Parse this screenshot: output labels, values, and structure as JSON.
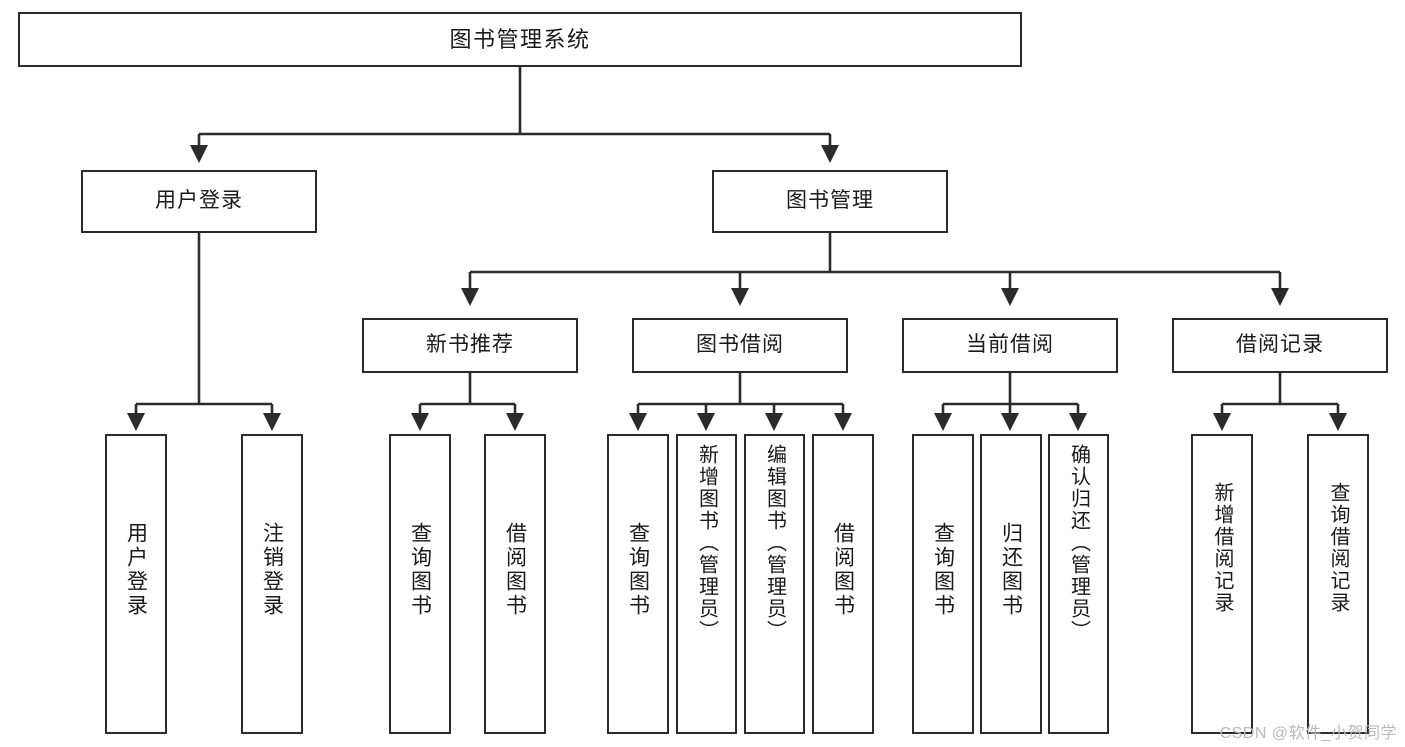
{
  "diagram": {
    "type": "tree",
    "title": "图书管理系统",
    "orientation": "top-down",
    "colors": {
      "box_border": "#2b2b2b",
      "box_fill": "#ffffff",
      "connector": "#2b2b2b",
      "text": "#1a1a1a",
      "watermark": "#b9b9b9",
      "background": "#ffffff"
    },
    "levels": 4
  },
  "root": {
    "label": "图书管理系统"
  },
  "level2": [
    {
      "label": "用户登录"
    },
    {
      "label": "图书管理"
    }
  ],
  "level3": [
    {
      "label": "新书推荐"
    },
    {
      "label": "图书借阅"
    },
    {
      "label": "当前借阅"
    },
    {
      "label": "借阅记录"
    }
  ],
  "leaves": {
    "user_login": [
      {
        "label": "用户登录"
      },
      {
        "label": "注销登录"
      }
    ],
    "new_book_rec": [
      {
        "label": "查询图书"
      },
      {
        "label": "借阅图书"
      }
    ],
    "book_borrow": [
      {
        "label": "查询图书"
      },
      {
        "label": "新增图书（管理员）"
      },
      {
        "label": "编辑图书（管理员）"
      },
      {
        "label": "借阅图书"
      }
    ],
    "current_borrow": [
      {
        "label": "查询图书"
      },
      {
        "label": "归还图书"
      },
      {
        "label": "确认归还（管理员）"
      }
    ],
    "borrow_record": [
      {
        "label": "新增借阅记录"
      },
      {
        "label": "查询借阅记录"
      }
    ]
  },
  "watermark": {
    "text": "CSDN @软件_小贺同学"
  }
}
